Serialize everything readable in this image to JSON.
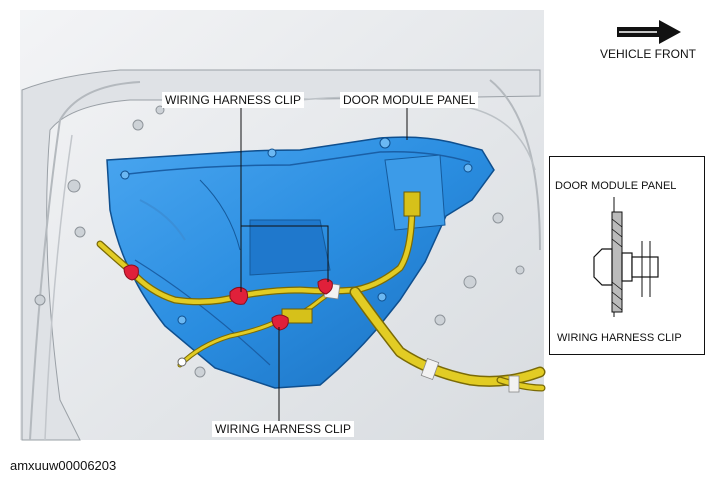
{
  "labels": {
    "vehicle_front": "VEHICLE FRONT",
    "wiring_harness_clip_top": "WIRING HARNESS CLIP",
    "door_module_panel_top": "DOOR MODULE PANEL",
    "wiring_harness_clip_bottom": "WIRING HARNESS CLIP"
  },
  "inset": {
    "door_module_panel": "DOOR MODULE PANEL",
    "wiring_harness_clip": "WIRING HARNESS CLIP"
  },
  "caption": "amxuuw00006203",
  "icons": {
    "direction_arrow": "arrow-right-icon"
  },
  "colors": {
    "panel_blue": "#2a8de0",
    "harness_yellow": "#d9c21f",
    "clip_red": "#e0203a",
    "door_gray": "#e6e9ec"
  }
}
